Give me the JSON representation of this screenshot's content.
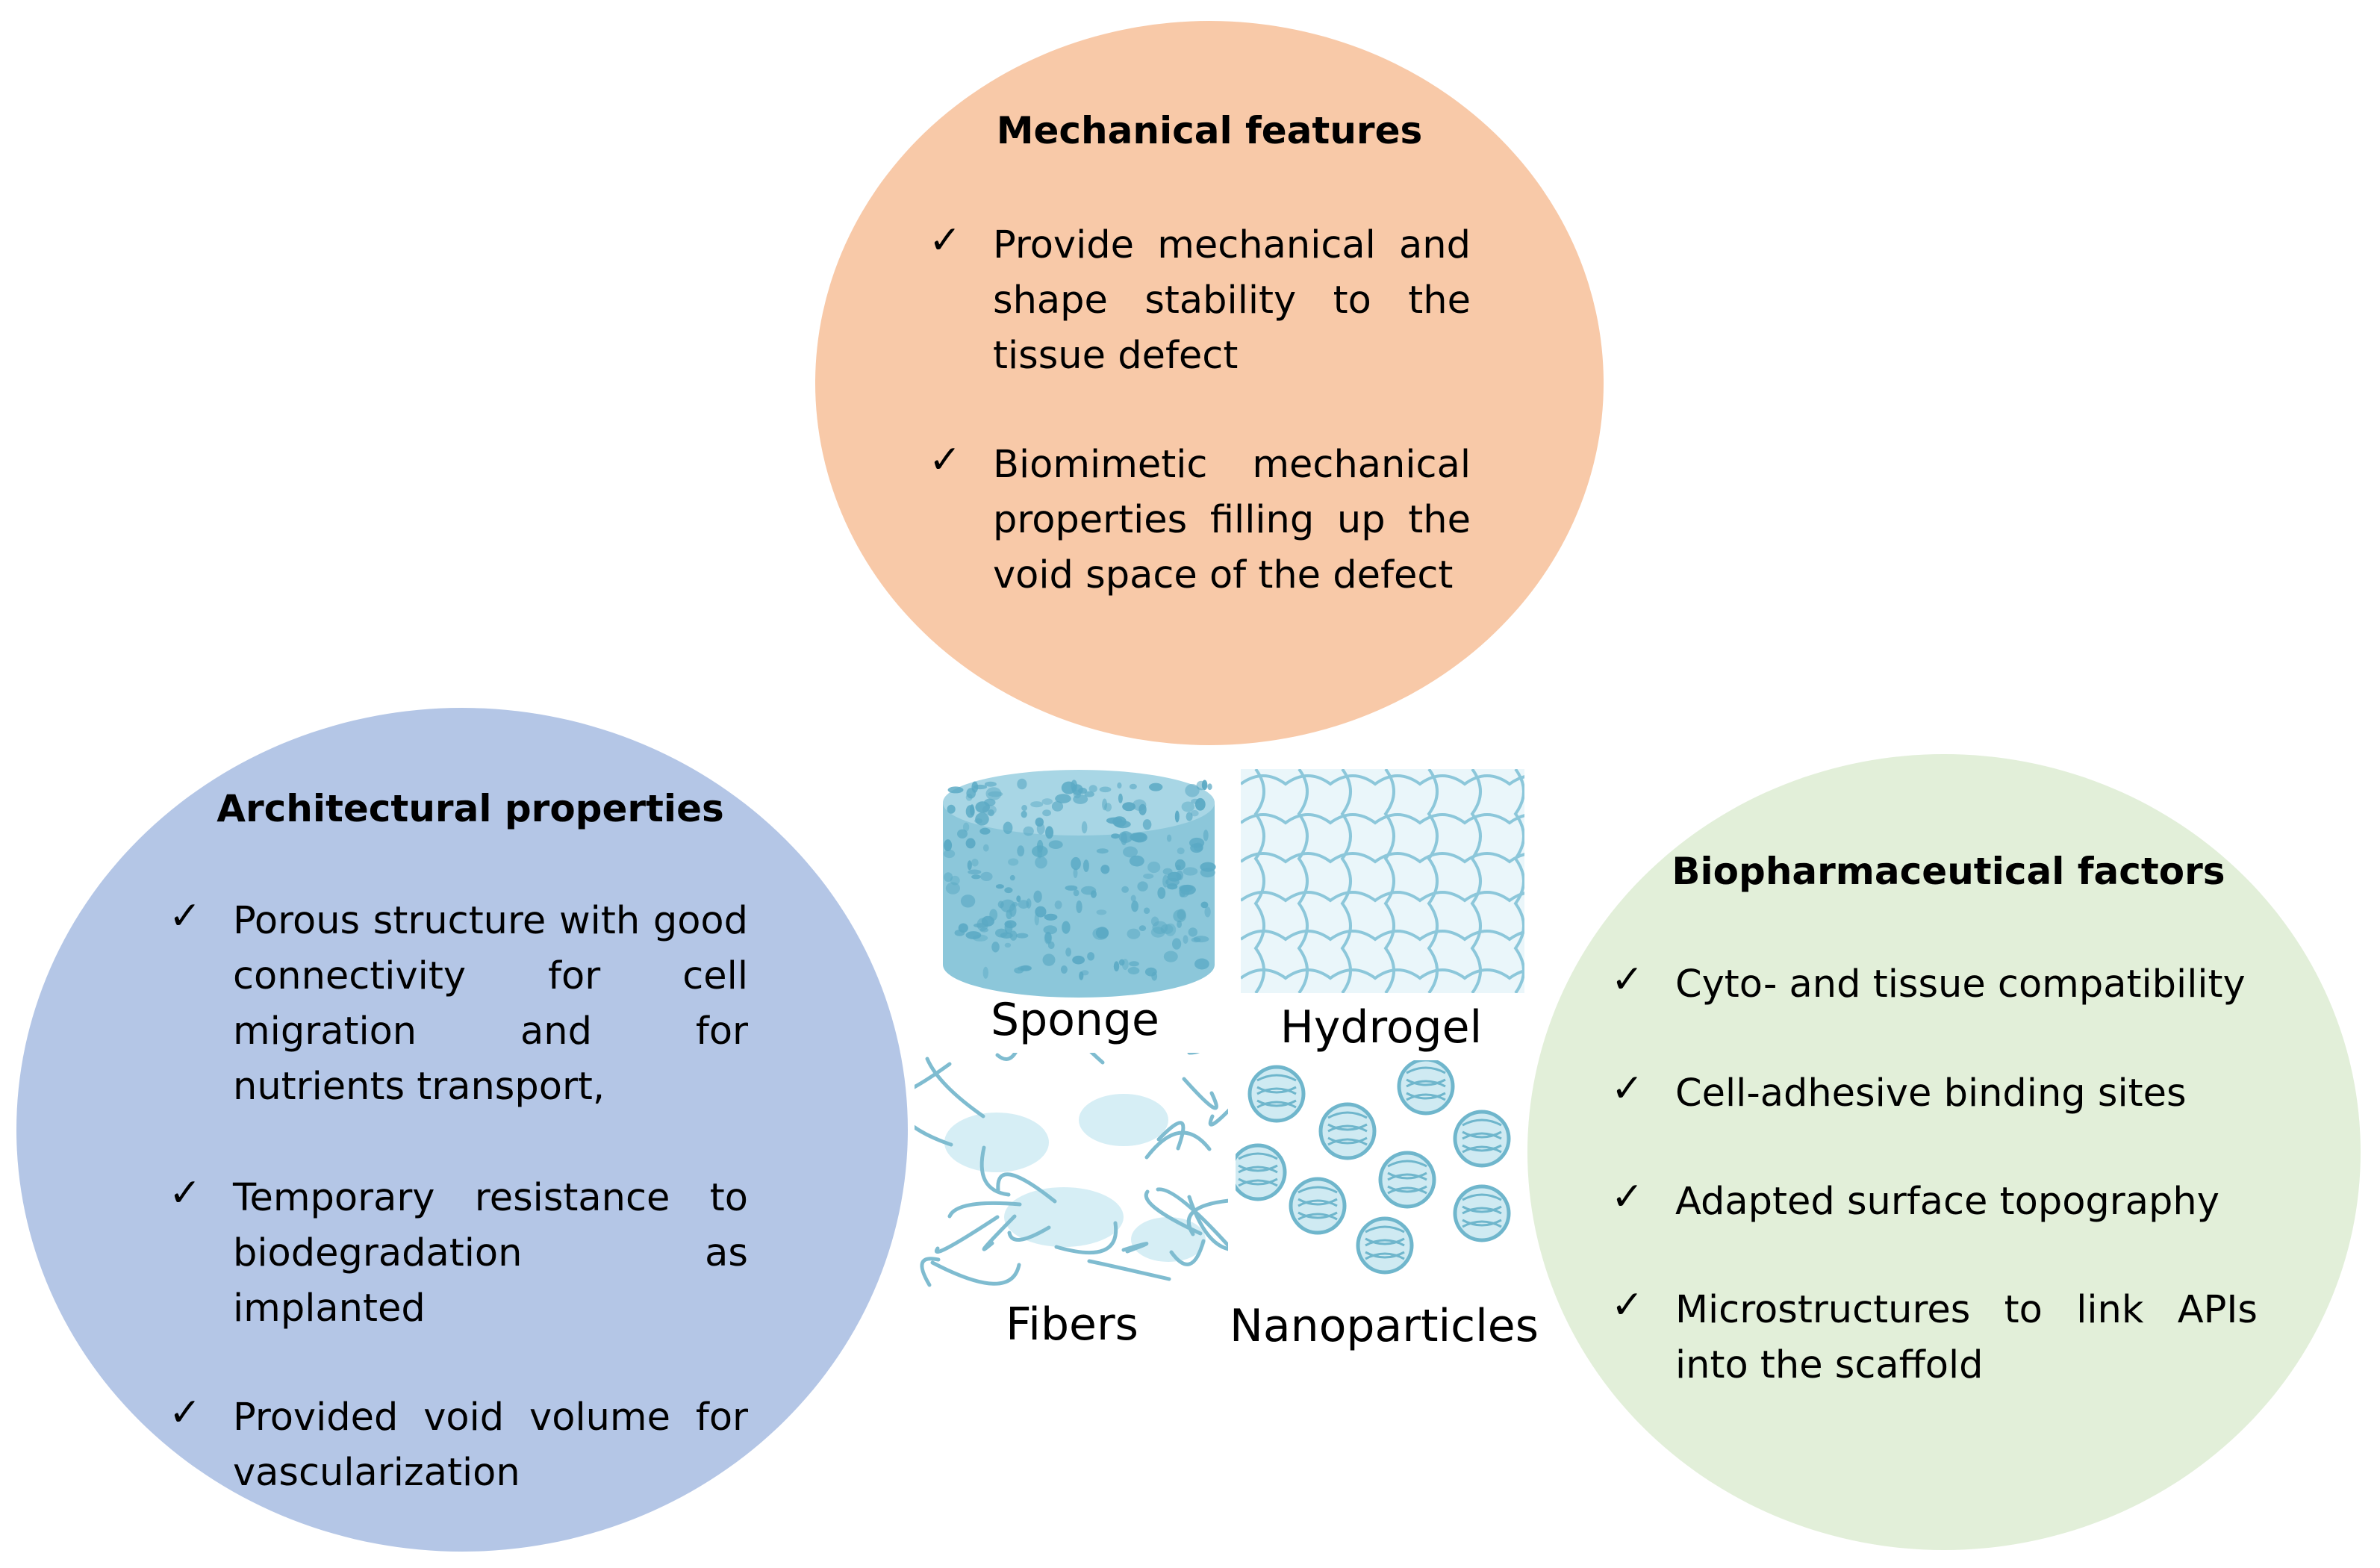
{
  "colors": {
    "mechanical_fill": "#F8C9A8",
    "architectural_fill": "#B4C6E6",
    "biopharmaceutical_fill": "#E2EFD9",
    "material_blue": "#8CC7DA",
    "material_blue_dark": "#5AA9C4"
  },
  "check_icon": "✓",
  "mechanical": {
    "title": "Mechanical features",
    "items": [
      "Provide mechanical and shape stability to the tissue defect",
      "Biomimetic mechanical properties filling up the void space of the defect"
    ]
  },
  "architectural": {
    "title": "Architectural properties",
    "items": [
      "Porous structure with good connectivity for cell migration and for nutrients transport,",
      "Temporary resistance to biodegradation as implanted",
      "Provided void volume for vascularization"
    ]
  },
  "biopharmaceutical": {
    "title": "Biopharmaceutical factors",
    "items": [
      "Cyto- and tissue compatibility",
      "Cell-adhesive binding sites",
      "Adapted surface topography",
      "Microstructures to link APIs into the scaffold"
    ]
  },
  "materials": {
    "sponge": "Sponge",
    "hydrogel": "Hydrogel",
    "fibers": "Fibers",
    "nanoparticles": "Nanoparticles"
  }
}
